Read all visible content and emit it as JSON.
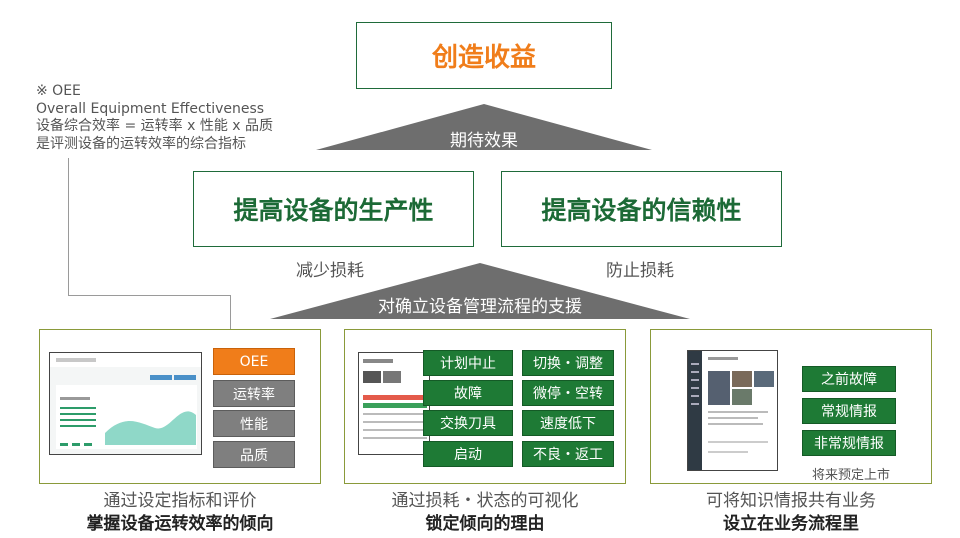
{
  "top": {
    "title": "创造收益"
  },
  "triangle_top": {
    "label": "期待效果"
  },
  "note": {
    "line1": "※ OEE",
    "line2": "Overall Equipment Effectiveness",
    "line3": "设备综合效率 = 运转率 x 性能 x 品质",
    "line4": "是评测设备的运转效率的综合指标"
  },
  "mid": {
    "left_title": "提高设备的生产性",
    "right_title": "提高设备的信赖性",
    "left_sub": "减少损耗",
    "right_sub": "防止损耗"
  },
  "triangle_mid": {
    "label": "对确立设备管理流程的支援"
  },
  "panel1": {
    "tags": [
      "OEE",
      "运转率",
      "性能",
      "品质"
    ],
    "caption_line1": "通过设定指标和评价",
    "caption_line2": "掌握设备运转效率的倾向"
  },
  "panel2": {
    "tags_left": [
      "计划中止",
      "故障",
      "交换刀具",
      "启动"
    ],
    "tags_right": [
      "切换・调整",
      "微停・空转",
      "速度低下",
      "不良・返工"
    ],
    "caption_line1": "通过损耗・状态的可视化",
    "caption_line2": "锁定倾向的理由"
  },
  "panel3": {
    "tags": [
      "之前故障",
      "常规情报",
      "非常规情报"
    ],
    "note": "将来预定上市",
    "caption_line1": "可将知识情报共有业务",
    "caption_line2": "设立在业务流程里"
  },
  "colors": {
    "orange": "#f07d1a",
    "green": "#1e7a35",
    "gray": "#7f7f7f",
    "triangle": "#6e6e6e"
  }
}
